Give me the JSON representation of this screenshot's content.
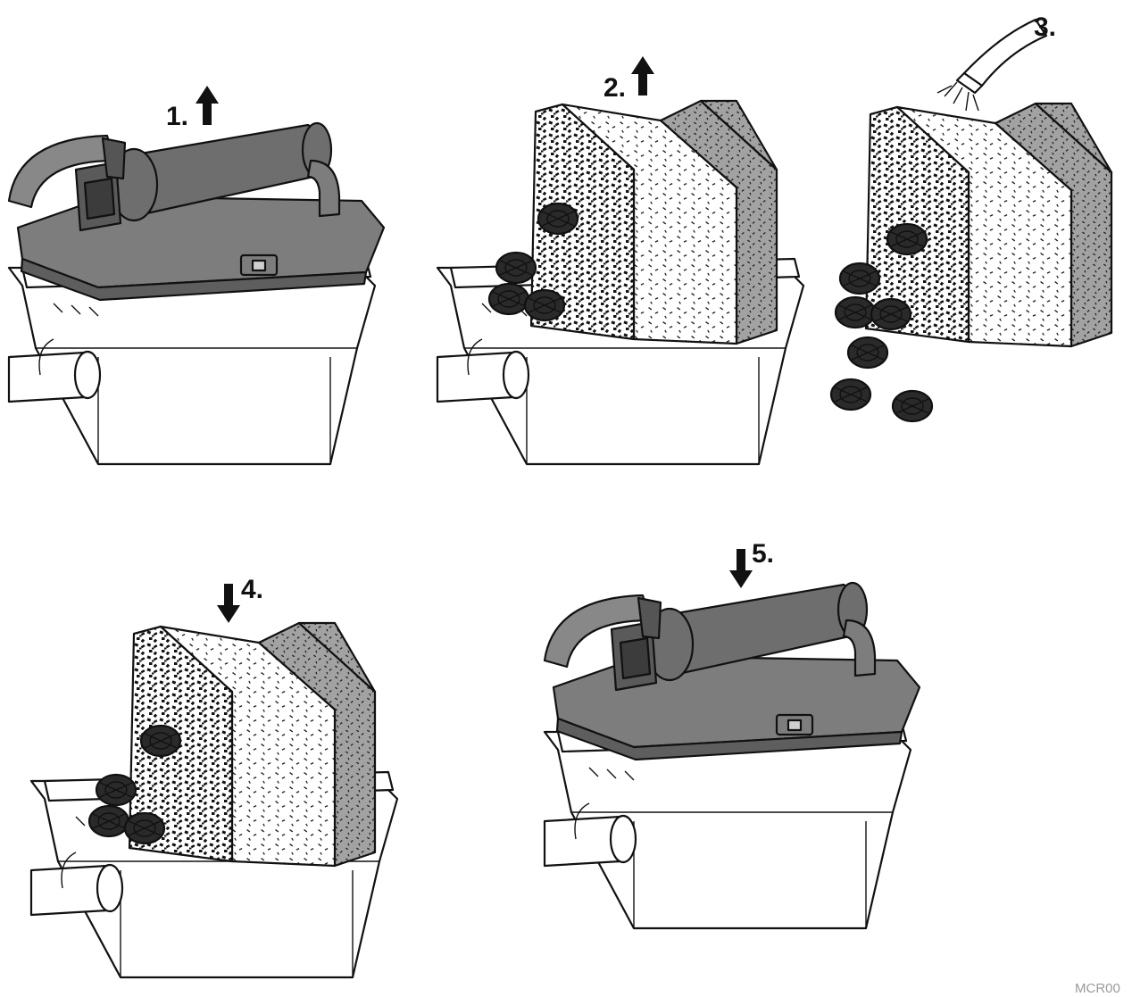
{
  "steps": [
    {
      "label": "1.",
      "arrow": "up"
    },
    {
      "label": "2.",
      "arrow": "up"
    },
    {
      "label": "3.",
      "arrow": "none"
    },
    {
      "label": "4.",
      "arrow": "down"
    },
    {
      "label": "5.",
      "arrow": "down"
    }
  ],
  "corner_code": "MCR00",
  "colors": {
    "outline": "#111111",
    "lid": "#7d7d7d",
    "lid_dark": "#5e5e5e",
    "pump": "#6e6e6e",
    "bin": "#ffffff",
    "sponge_dark": "#1a1a1a",
    "sponge_coarse": "#ffffff",
    "sponge_fine": "#9a9a9a"
  }
}
